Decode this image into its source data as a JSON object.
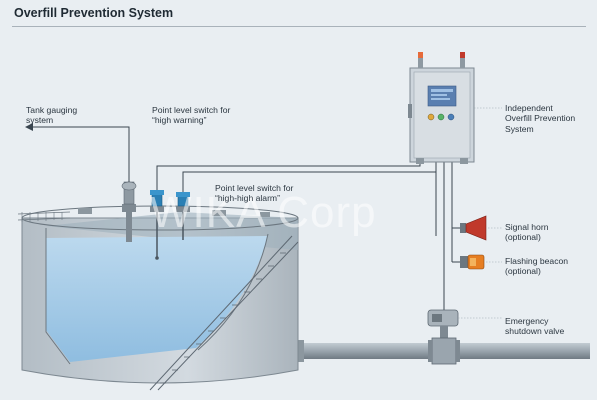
{
  "title": "Overfill Prevention System",
  "watermark": "WIKA Corp",
  "labels": {
    "tank_gauging": [
      "Tank gauging",
      "system"
    ],
    "high_warning": [
      "Point level switch for",
      "“high warning”"
    ],
    "high_high_alarm": [
      "Point level switch for",
      "“high-high alarm”"
    ],
    "independent_ops": [
      "Independent",
      "Overfill Prevention",
      "System"
    ],
    "signal_horn": [
      "Signal horn",
      "(optional)"
    ],
    "flashing_beacon": [
      "Flashing beacon",
      "(optional)"
    ],
    "emergency_valve": [
      "Emergency",
      "shutdown valve"
    ]
  },
  "colors": {
    "background": "#e9eef2",
    "tank_body": "#c9d2d9",
    "liquid": "#a9cde6",
    "pipe": "#9aa5ae",
    "line": "#3a4650",
    "instrument_blue": "#2a7fb4",
    "horn_red": "#c0392b",
    "beacon_orange": "#e67e22",
    "panel": "#cdd5dc",
    "screen_blue": "#5a7fb0"
  },
  "icons": {
    "horn": "signal-horn-icon",
    "beacon": "flashing-beacon-icon",
    "valve": "shutdown-valve-icon",
    "panel": "control-cabinet-icon"
  }
}
